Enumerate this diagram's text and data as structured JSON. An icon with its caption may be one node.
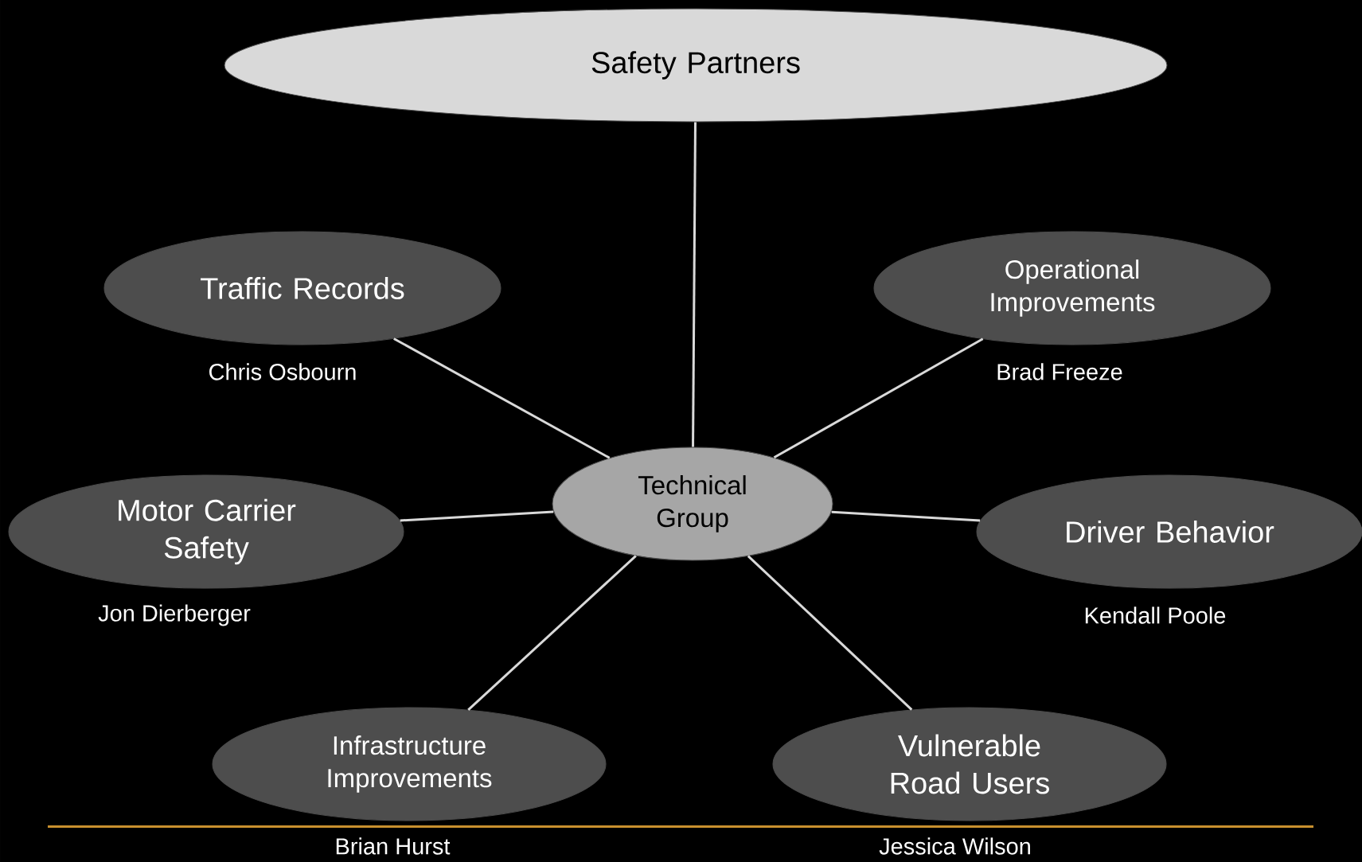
{
  "diagram": {
    "nodes": [
      {
        "text": [
          "Safety Partners"
        ]
      },
      {
        "text": [
          "Traffic Records"
        ],
        "beside": [
          "Chris Osbourn"
        ]
      },
      {
        "text": [
          "Operational Improvements"
        ],
        "beside": [
          "Brad Freeze"
        ]
      },
      {
        "text": [
          "Technical Group"
        ]
      },
      {
        "text": [
          "Motor Carrier Safety"
        ],
        "beside": [
          "Jon Dierberger"
        ]
      },
      {
        "text": [
          "Driver Behavior"
        ],
        "beside": [
          "Kendall Poole"
        ]
      },
      {
        "text": [
          "Infrastructure Improvements"
        ],
        "beside": [
          "Brian Hurst"
        ]
      },
      {
        "text": [
          "Vulnerable Road Users"
        ],
        "beside": [
          "Jessica Wilson"
        ]
      }
    ],
    "edges": [
      {
        "from": 0,
        "to": 3,
        "arrow": "none"
      },
      {
        "from": 1,
        "to": 3,
        "arrow": "none"
      },
      {
        "from": 2,
        "to": 3,
        "arrow": "none"
      },
      {
        "from": 4,
        "to": 3,
        "arrow": "none"
      },
      {
        "from": 5,
        "to": 3,
        "arrow": "none"
      },
      {
        "from": 6,
        "to": 3,
        "arrow": "none"
      },
      {
        "from": 7,
        "to": 3,
        "arrow": "none"
      }
    ]
  }
}
